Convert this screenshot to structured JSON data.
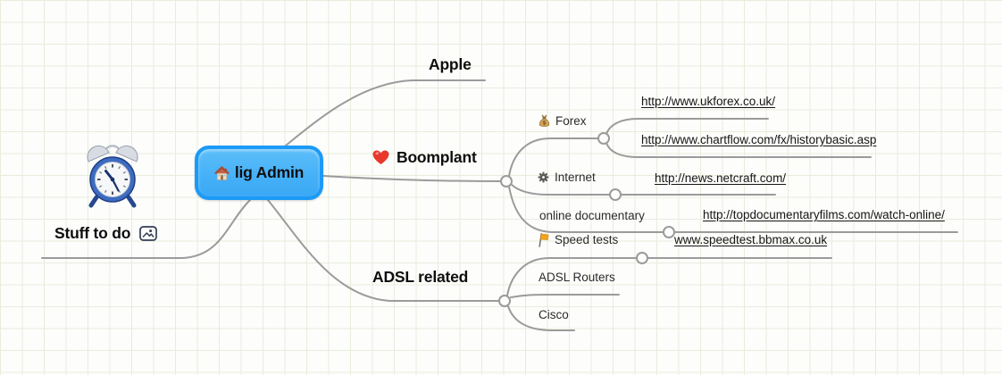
{
  "colors": {
    "root_fill": "#45b0f7",
    "root_border": "#1b9af6",
    "branch_line": "#9b9b9b",
    "grid_line": "#e7eddc",
    "heart_red": "#e8382c",
    "flag_orange": "#f2a31d",
    "link_text": "#151515"
  },
  "root": {
    "label": "lig Admin",
    "icon": "house-icon"
  },
  "topics": {
    "apple": {
      "label": "Apple"
    },
    "boomplant": {
      "label": "Boomplant",
      "icon": "heart-icon"
    },
    "adsl_related": {
      "label": "ADSL related"
    },
    "stuff_to_do": {
      "label": "Stuff to do",
      "icon": "picture-icon",
      "attachment": "alarm-clock-image"
    }
  },
  "subtopics": {
    "forex": {
      "label": "Forex",
      "icon": "moneybag-icon"
    },
    "internet": {
      "label": "Internet",
      "icon": "gear-icon"
    },
    "online_documentary": {
      "label": "online documentary"
    },
    "speed_tests": {
      "label": "Speed tests",
      "icon": "flag-icon"
    },
    "adsl_routers": {
      "label": "ADSL Routers"
    },
    "cisco": {
      "label": "Cisco"
    }
  },
  "links": {
    "ukforex": {
      "label": "http://www.ukforex.co.uk/"
    },
    "chartflow": {
      "label": "http://www.chartflow.com/fx/historybasic.asp"
    },
    "netcraft": {
      "label": "http://news.netcraft.com/"
    },
    "topdocumentary": {
      "label": "http://topdocumentaryfilms.com/watch-online/"
    },
    "speedtest": {
      "label": "www.speedtest.bbmax.co.uk"
    }
  },
  "structure": {
    "root": "lig Admin",
    "children": [
      {
        "topic": "Apple"
      },
      {
        "topic": "Boomplant",
        "children": [
          {
            "topic": "Forex",
            "children": [
              "http://www.ukforex.co.uk/",
              "http://www.chartflow.com/fx/historybasic.asp"
            ]
          },
          {
            "topic": "Internet",
            "children": [
              "http://news.netcraft.com/"
            ]
          },
          {
            "topic": "online documentary",
            "children": [
              "http://topdocumentaryfilms.com/watch-online/"
            ]
          }
        ]
      },
      {
        "topic": "ADSL related",
        "children": [
          {
            "topic": "Speed tests",
            "children": [
              "www.speedtest.bbmax.co.uk"
            ]
          },
          {
            "topic": "ADSL Routers"
          },
          {
            "topic": "Cisco"
          }
        ]
      },
      {
        "topic": "Stuff to do"
      }
    ]
  }
}
